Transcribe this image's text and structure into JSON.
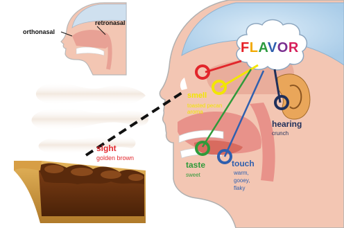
{
  "flavor": {
    "letters": [
      "F",
      "L",
      "A",
      "V",
      "O",
      "R"
    ],
    "letter_colors": [
      "#e61e25",
      "#f2a900",
      "#2b9a3e",
      "#2f5fae",
      "#7a2f8f",
      "#d61f5a"
    ]
  },
  "inset": {
    "orthonasal": "orthonasal",
    "retronasal": "retronasal"
  },
  "senses": {
    "smell": {
      "label": "smell",
      "detail": "toasted pecan aroma",
      "color": "#f2e600"
    },
    "sight": {
      "label": "sight",
      "detail": "golden brown",
      "color": "#e2262b"
    },
    "hearing": {
      "label": "hearing",
      "detail": "crunch",
      "color": "#1f2f5a"
    },
    "taste": {
      "label": "taste",
      "detail": "sweet",
      "color": "#2f9a3a"
    },
    "touch": {
      "label": "touch",
      "detail_lines": [
        "warm,",
        "gooey,",
        "flaky"
      ],
      "color": "#2f5fae"
    }
  }
}
